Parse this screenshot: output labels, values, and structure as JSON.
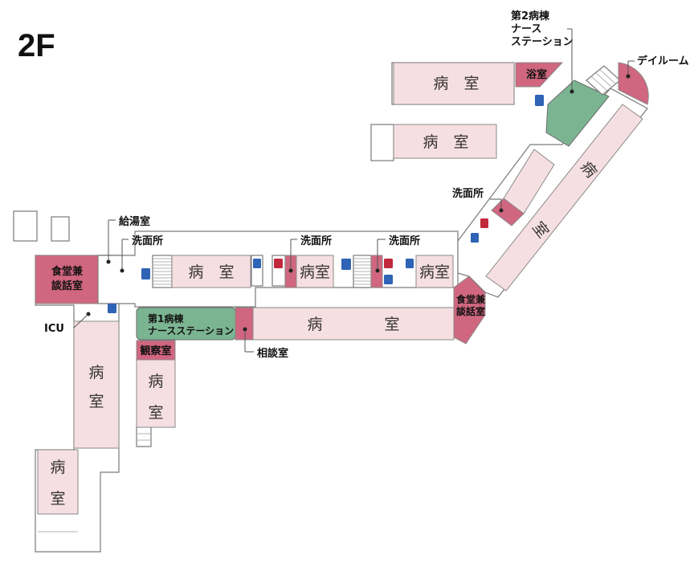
{
  "floor": "2F",
  "rooms": {
    "ward_top1": "病　室",
    "ward_top2": "病　室",
    "bath": "浴室",
    "dayroom": "デイルーム",
    "diag_ward_char1": "病",
    "diag_ward_char2": "室",
    "washroom_diag": "洗面所",
    "dining_right_1": "食堂兼",
    "dining_right_2": "談話室",
    "dining_left_1": "食堂兼",
    "dining_left_2": "談話室",
    "kitchenette": "給湯室",
    "washroom_1": "洗面所",
    "washroom_2": "洗面所",
    "washroom_3": "洗面所",
    "ward_mid1": "病　室",
    "ward_mid2": "病室",
    "ward_mid3": "病室",
    "nurse1_1": "第1病棟",
    "nurse1_2": "ナースステーション",
    "consult": "相談室",
    "ward_long_1": "病",
    "ward_long_2": "室",
    "observation": "観察室",
    "ward_obs_1": "病",
    "ward_obs_2": "室",
    "icu": "ICU",
    "ward_left_1": "病",
    "ward_left_2": "室",
    "ward_bl_1": "病",
    "ward_bl_2": "室",
    "nurse2_1": "第2病棟",
    "nurse2_2": "ナース",
    "nurse2_3": "ステーション"
  },
  "icons": {
    "elevator": "elevator-icon",
    "toilet_women": "toilet-women-icon",
    "toilet_men": "toilet-men-icon",
    "accessible": "accessible-toilet-icon"
  },
  "colors": {
    "room": "#f6dfe2",
    "accent": "#d0667f",
    "nurse_station": "#7bb491",
    "icon_blue": "#2e63b5",
    "icon_red": "#c2283b"
  }
}
